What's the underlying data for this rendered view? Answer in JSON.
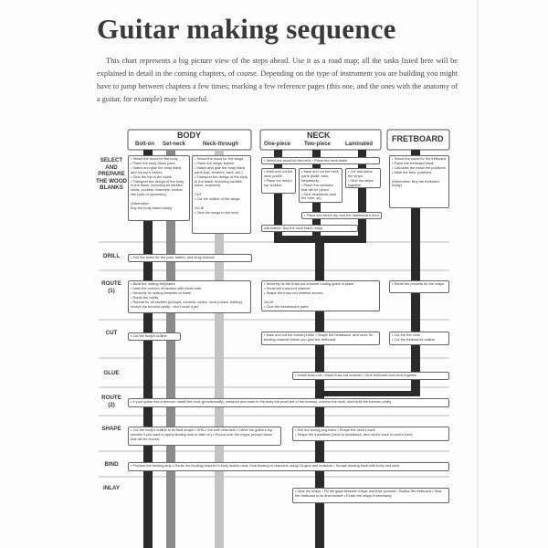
{
  "title": "Guitar making sequence",
  "intro": "This chart represents a big picture view of the steps ahead. Use it as a road map; all the tasks listed here will be explained in detail in the coming chapters, of course. Depending on the type of instrument you are building you might have to jump between chapters a few times; marking a few reference pages (this one, and the ones with the anatomy of a guitar, for example) may be useful.",
  "headers": {
    "body": "BODY",
    "neck": "NECK",
    "fretboard": "FRETBOARD"
  },
  "subheaders": {
    "bolt_on": "Bolt-on",
    "set_neck": "Set-neck",
    "neck_through": "Neck-through",
    "one_piece": "One-piece",
    "two_piece": "Two-piece",
    "laminated": "Laminated"
  },
  "rows": {
    "select": "SELECT AND PREPARE THE WOOD BLANKS",
    "drill": "DRILL",
    "route1": "ROUTE (1)",
    "cut": "CUT",
    "glue": "GLUE",
    "route2": "ROUTE (2)",
    "shape": "SHAPE",
    "bind": "BIND",
    "inlay": "INLAY"
  },
  "boxes": {
    "select_body": "• Select the wood for the body\n• Plane the body blank parts\n• Match and glue the body blank and the top's halves\n• Glue the top to the blank\n• Transport the design of the body to the blank, including all cavities, holes, pockets, channels, central line (axis of symmetry).\n\n(Alternative:\nBuy the body blank ready)",
    "select_wings": "• Select the wood for the wings\n• Plane the wings' blanks\n• Match and glue the body blank parts (top, veneers, back, etc.)\n• Transport the design of the body to the blank, including cavities, holes, channels)\n\nCUT\n• Cut the outline of the wings\n\nGLUE\n• Glue the wings to the neck",
    "neck_top": "• Select the wood for the neck\n• Plane the neck blank",
    "neck_one": "• Mark and cut the neck profile\n• Plane the neck's top surface",
    "neck_two": "• Mark and cut the neck parts (shaft, ears, headstock)\n• Plane the surfaces that will be joined\n• Glue headstock (and the ears, ye)",
    "neck_lam": "• Cut and plane the strips\n• Glue the strips together",
    "neck_plane": "• Plane the neck's top and the headstock's front",
    "neck_alt": "Alternative: Buy the neck blank ready",
    "select_fret": "• Select the wood for the fretboard\n• Plane the fretboard blank\n• Calculate the exact fret positions\n• Mark the frets' positions\n\n(Alternative: Buy the fretboard ready)",
    "drill": "• Drill the holes for the pots, switch, and strap buttons",
    "route1_body": "• Build the routing templates\n• Mark the corners of cavities with small radii\n• Securely fix routing template to blank\n• Route the cavity\n• Repeat for all cavities (pickups, controls, switch, neck pocket, battery) except the tremolo cavity - don't route it yet",
    "route1_neck": "• Securely fix the truss-rod channel routing guide in place\n• Route the truss-rod channel\n• Shape the truss-rod channel access\n\nGLUE\n• Glue the headstock's parts",
    "route1_fret": "• Route the pockets for the inlays",
    "cut_body": "• Cut the body's outline",
    "cut_neck": "• Mark and cut the frontal profile • Shape the headstock, and route its binding channel before you glue the fretboard",
    "cut_fret": "• Cut the fret slots\n• Cut the fretboard's outline",
    "glue": "• Install truss-rod • Mask truss-rod channel • Glue fretboard and neck together",
    "route2": "• If your guitar has a tremolo, install the neck (provisionally), measure and mark in the body the pivot line of the tremolo, remove the neck, and route the tremolo cavity",
    "shape_body": "• Cut the body's outline to its final shape • DRILL the wire channels • Carve the guitar's top (decide if you want to apply binding now or later on) • Round over the edges (except those that will be bound)",
    "shape_neck": "• Drill the tuning peg holes • Shape the neck's back\n• Shape the transitions (neck to headstock, and neck's back to neck's heel)",
    "bind": "• Prepare the binding strip • Route the binding channel in body and/or neck   Glue binding to channels using CA glue and moisture • Scrape binding flush with body and neck",
    "inlay": "• Glue the inlays • Fill the gaps between inlays and their pockets • Radius the fretboard • Seat the fretboard to its final texture • Finish the inlays if necessary"
  },
  "colors": {
    "bar_dark": "#2b2b2b",
    "bar_mid": "#8a8a8a",
    "bar_light": "#c4c4c4",
    "line": "#9a9a9a"
  }
}
